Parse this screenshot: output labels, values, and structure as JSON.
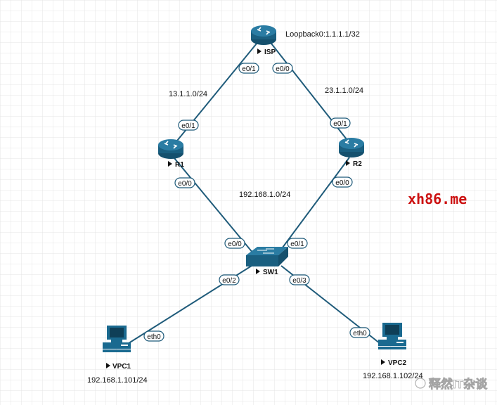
{
  "nodes": {
    "isp": {
      "name": "ISP",
      "note": "Loopback0:1.1.1.1/32"
    },
    "r1": {
      "name": "R1"
    },
    "r2": {
      "name": "R2"
    },
    "sw1": {
      "name": "SW1"
    },
    "vpc1": {
      "name": "VPC1",
      "ip": "192.168.1.101/24"
    },
    "vpc2": {
      "name": "VPC2",
      "ip": "192.168.1.102/24"
    }
  },
  "interfaces": {
    "isp_r1": "e0/1",
    "isp_r2": "e0/0",
    "r1_isp": "e0/1",
    "r2_isp": "e0/1",
    "r1_sw": "e0/0",
    "r2_sw": "e0/0",
    "sw_r1": "e0/0",
    "sw_r2": "e0/1",
    "sw_vpc1": "e0/2",
    "sw_vpc2": "e0/3",
    "vpc1": "eth0",
    "vpc2": "eth0"
  },
  "networks": {
    "isp_r1": "13.1.1.0/24",
    "isp_r2": "23.1.1.0/24",
    "lan": "192.168.1.0/24"
  },
  "watermark": {
    "site": "xh86.me",
    "brand": "释然IT杂谈"
  },
  "colors": {
    "device": "#1f6f94",
    "link": "#1f5b7a",
    "site": "#cc1111",
    "grid": "#e4e4e4"
  }
}
